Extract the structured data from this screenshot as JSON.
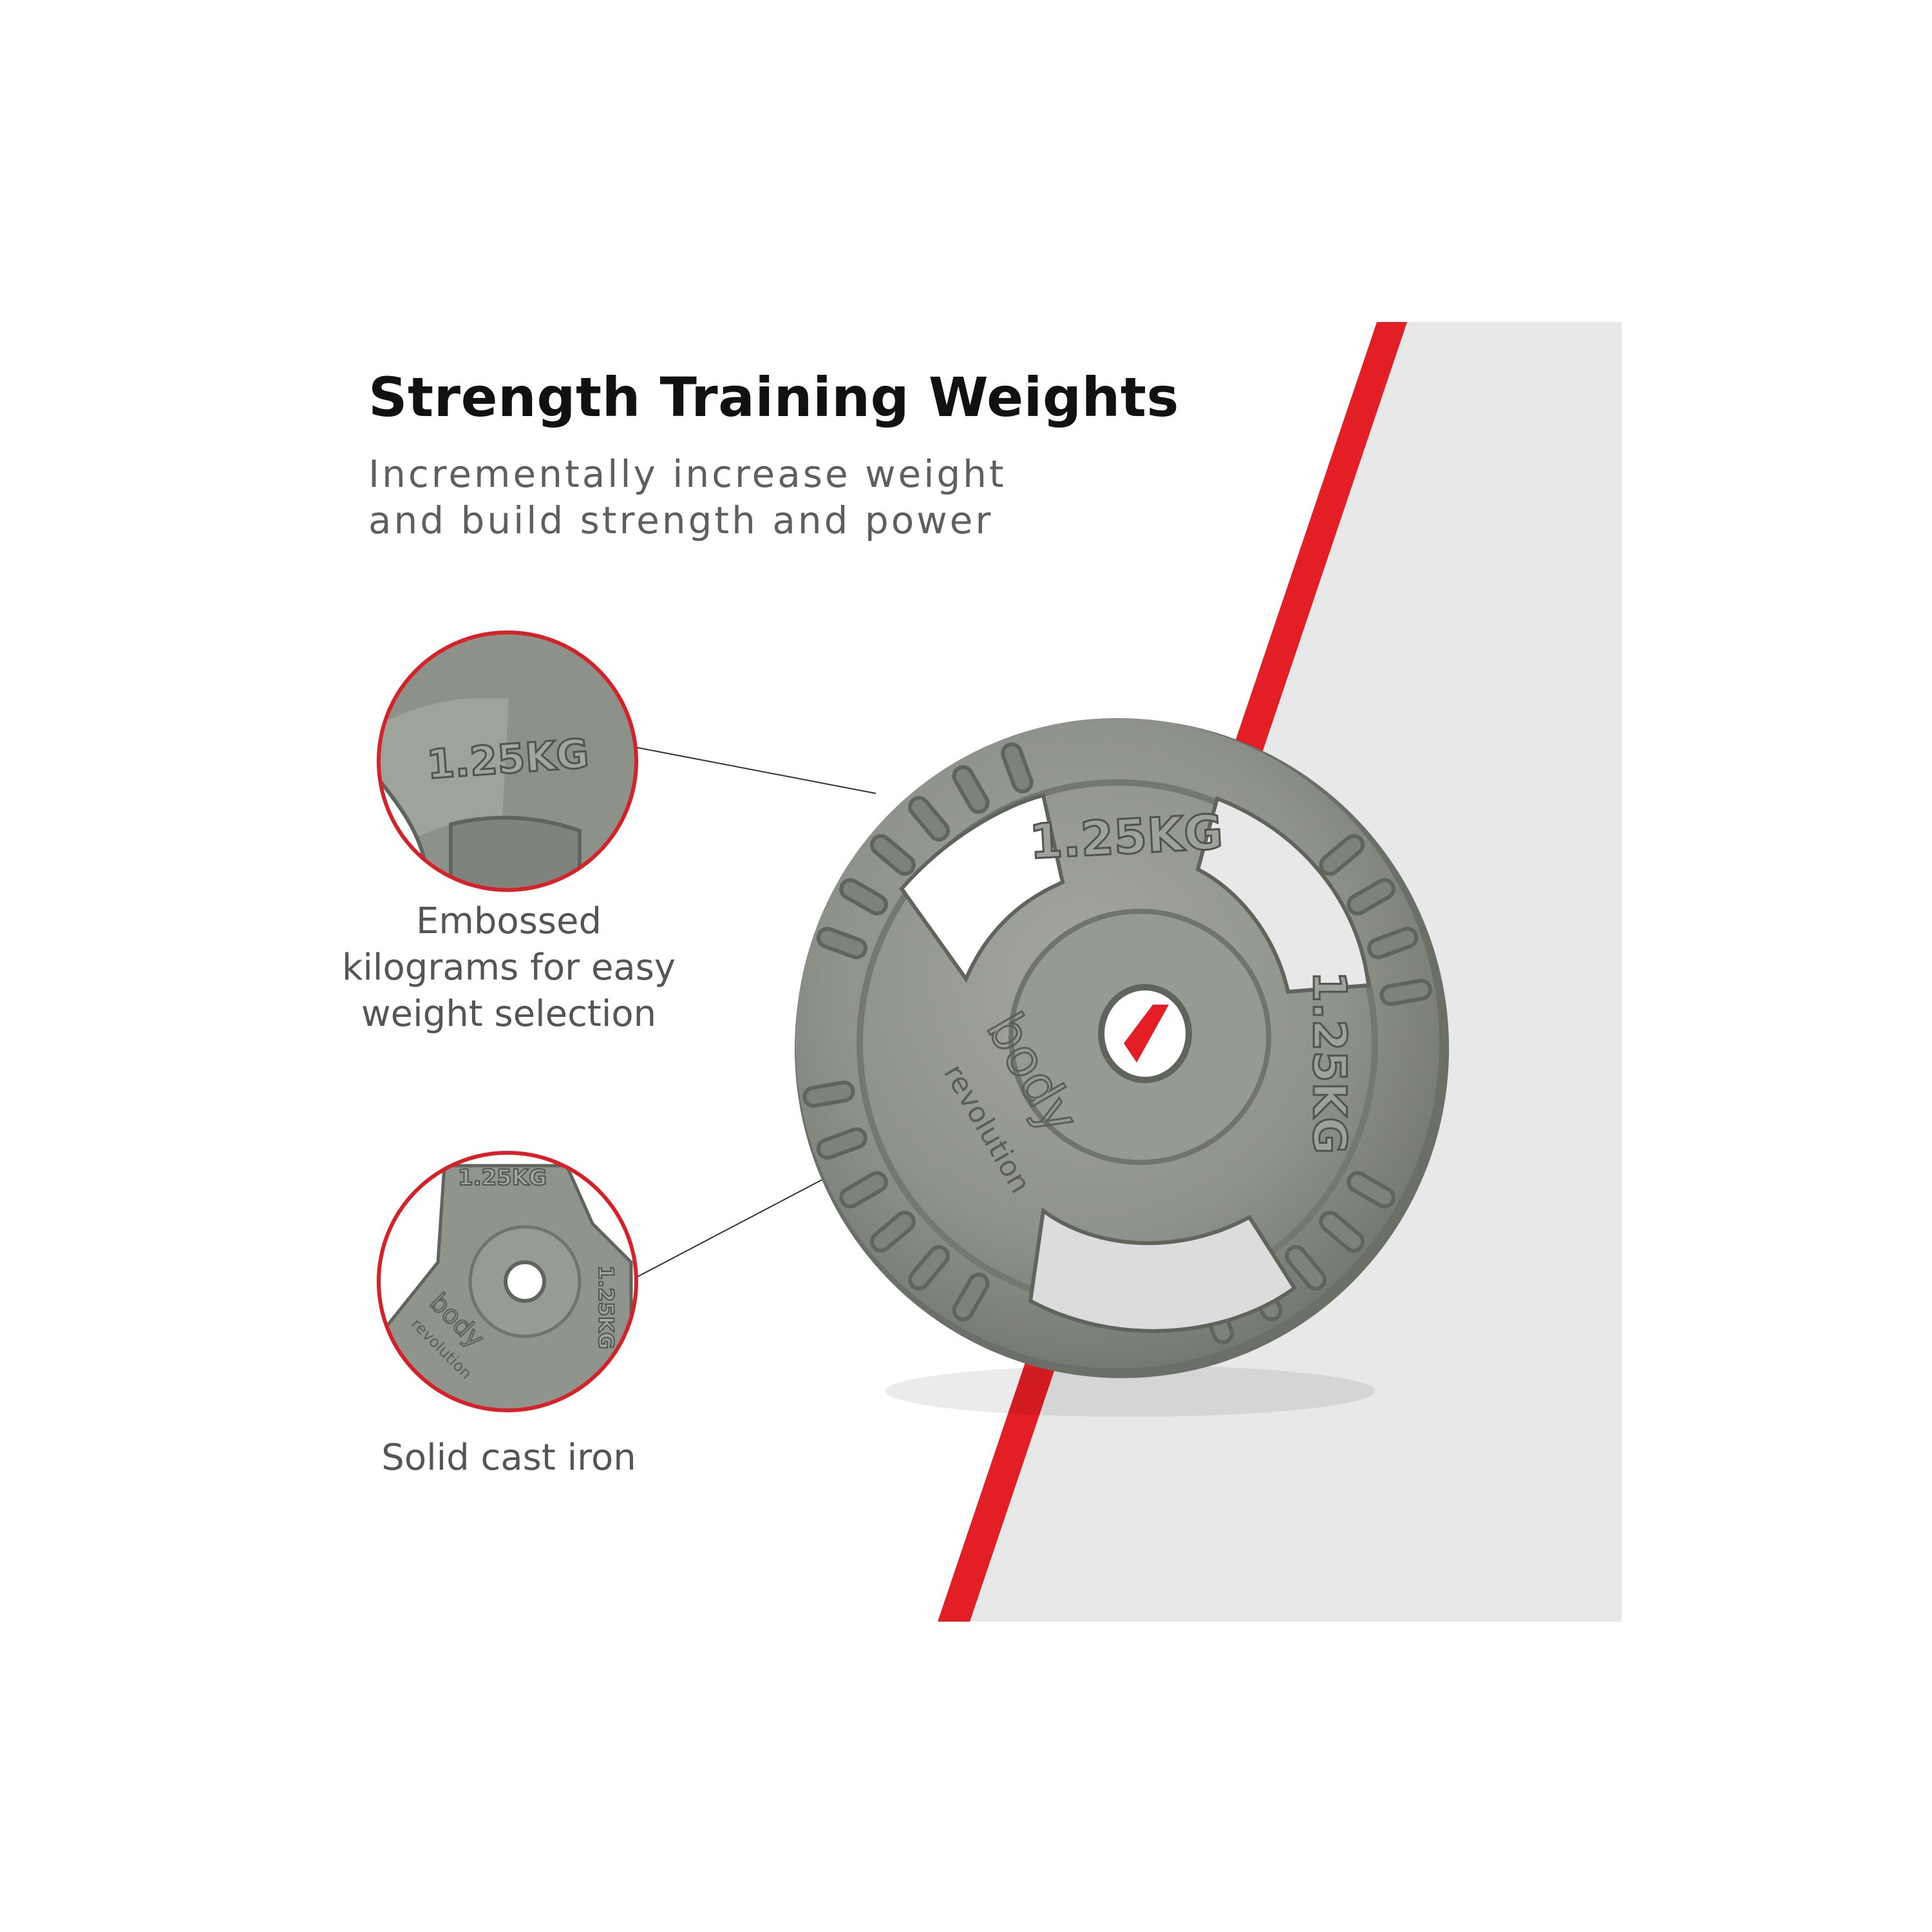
{
  "header": {
    "title": "Strength Training Weights",
    "subtitle": "Incrementally increase weight and build strength and power"
  },
  "features": [
    {
      "caption": "Embossed kilograms for easy weight selection",
      "icon": "embossed-label-zoom"
    },
    {
      "caption": "Solid cast iron",
      "icon": "hub-zoom"
    }
  ],
  "plate": {
    "weight_label": "1.25KG",
    "brand_line1": "body",
    "brand_line2": "revolution"
  },
  "colors": {
    "accent_red": "#e31e24",
    "panel_grey": "#e8e8e8",
    "plate_grey": "#8d928b"
  }
}
